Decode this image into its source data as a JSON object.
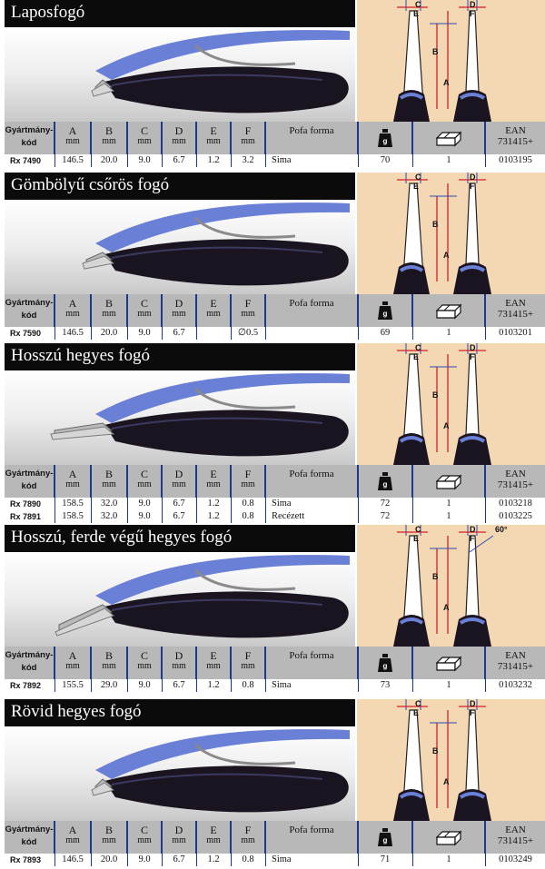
{
  "table_header": {
    "code": "Gyártmány-kód",
    "a": "A",
    "b": "B",
    "c": "C",
    "d": "D",
    "e": "E",
    "f": "F",
    "unit": "mm",
    "jaw": "Pofa forma",
    "weight_unit": "g",
    "ean": "EAN",
    "ean_prefix": "731415+"
  },
  "diagram_labels": [
    "A",
    "B",
    "C",
    "D",
    "E",
    "F"
  ],
  "products": [
    {
      "title": "Laposfogó",
      "angle_label": "",
      "rows": [
        {
          "code": "Rx 7490",
          "a": "146.5",
          "b": "20.0",
          "c": "9.0",
          "d": "6.7",
          "e": "1.2",
          "f": "3.2",
          "jaw": "Sima",
          "weight": "70",
          "qty": "1",
          "ean": "0103195"
        }
      ]
    },
    {
      "title": "Gömbölyű csőrös fogó",
      "angle_label": "",
      "rows": [
        {
          "code": "Rx 7590",
          "a": "146.5",
          "b": "20.0",
          "c": "9.0",
          "d": "6.7",
          "e": "",
          "f": "∅0.5",
          "jaw": "",
          "weight": "69",
          "qty": "1",
          "ean": "0103201"
        }
      ]
    },
    {
      "title": "Hosszú hegyes fogó",
      "angle_label": "",
      "rows": [
        {
          "code": "Rx 7890",
          "a": "158.5",
          "b": "32.0",
          "c": "9.0",
          "d": "6.7",
          "e": "1.2",
          "f": "0.8",
          "jaw": "Sima",
          "weight": "72",
          "qty": "1",
          "ean": "0103218"
        },
        {
          "code": "Rx 7891",
          "a": "158.5",
          "b": "32.0",
          "c": "9.0",
          "d": "6.7",
          "e": "1.2",
          "f": "0.8",
          "jaw": "Recézett",
          "weight": "72",
          "qty": "1",
          "ean": "0103225"
        }
      ]
    },
    {
      "title": "Hosszú, ferde végű hegyes fogó",
      "angle_label": "60°",
      "rows": [
        {
          "code": "Rx 7892",
          "a": "155.5",
          "b": "29.0",
          "c": "9.0",
          "d": "6.7",
          "e": "1.2",
          "f": "0.8",
          "jaw": "Sima",
          "weight": "73",
          "qty": "1",
          "ean": "0103232"
        }
      ]
    },
    {
      "title": "Rövid hegyes fogó",
      "angle_label": "",
      "rows": [
        {
          "code": "Rx 7893",
          "a": "146.5",
          "b": "20.0",
          "c": "9.0",
          "d": "6.7",
          "e": "1.2",
          "f": "0.8",
          "jaw": "Sima",
          "weight": "71",
          "qty": "1",
          "ean": "0103249"
        }
      ]
    }
  ],
  "colors": {
    "title_band": "#0b0b0b",
    "diagram_bg": "#f4d8b4",
    "header_bg": "#b8b8b8",
    "separator": "#1a3a8f",
    "handle_blue": "#6a7fd6",
    "handle_black": "#1a1420",
    "arrow_red": "#d0202a",
    "dim_blue": "#2a4ab0"
  }
}
